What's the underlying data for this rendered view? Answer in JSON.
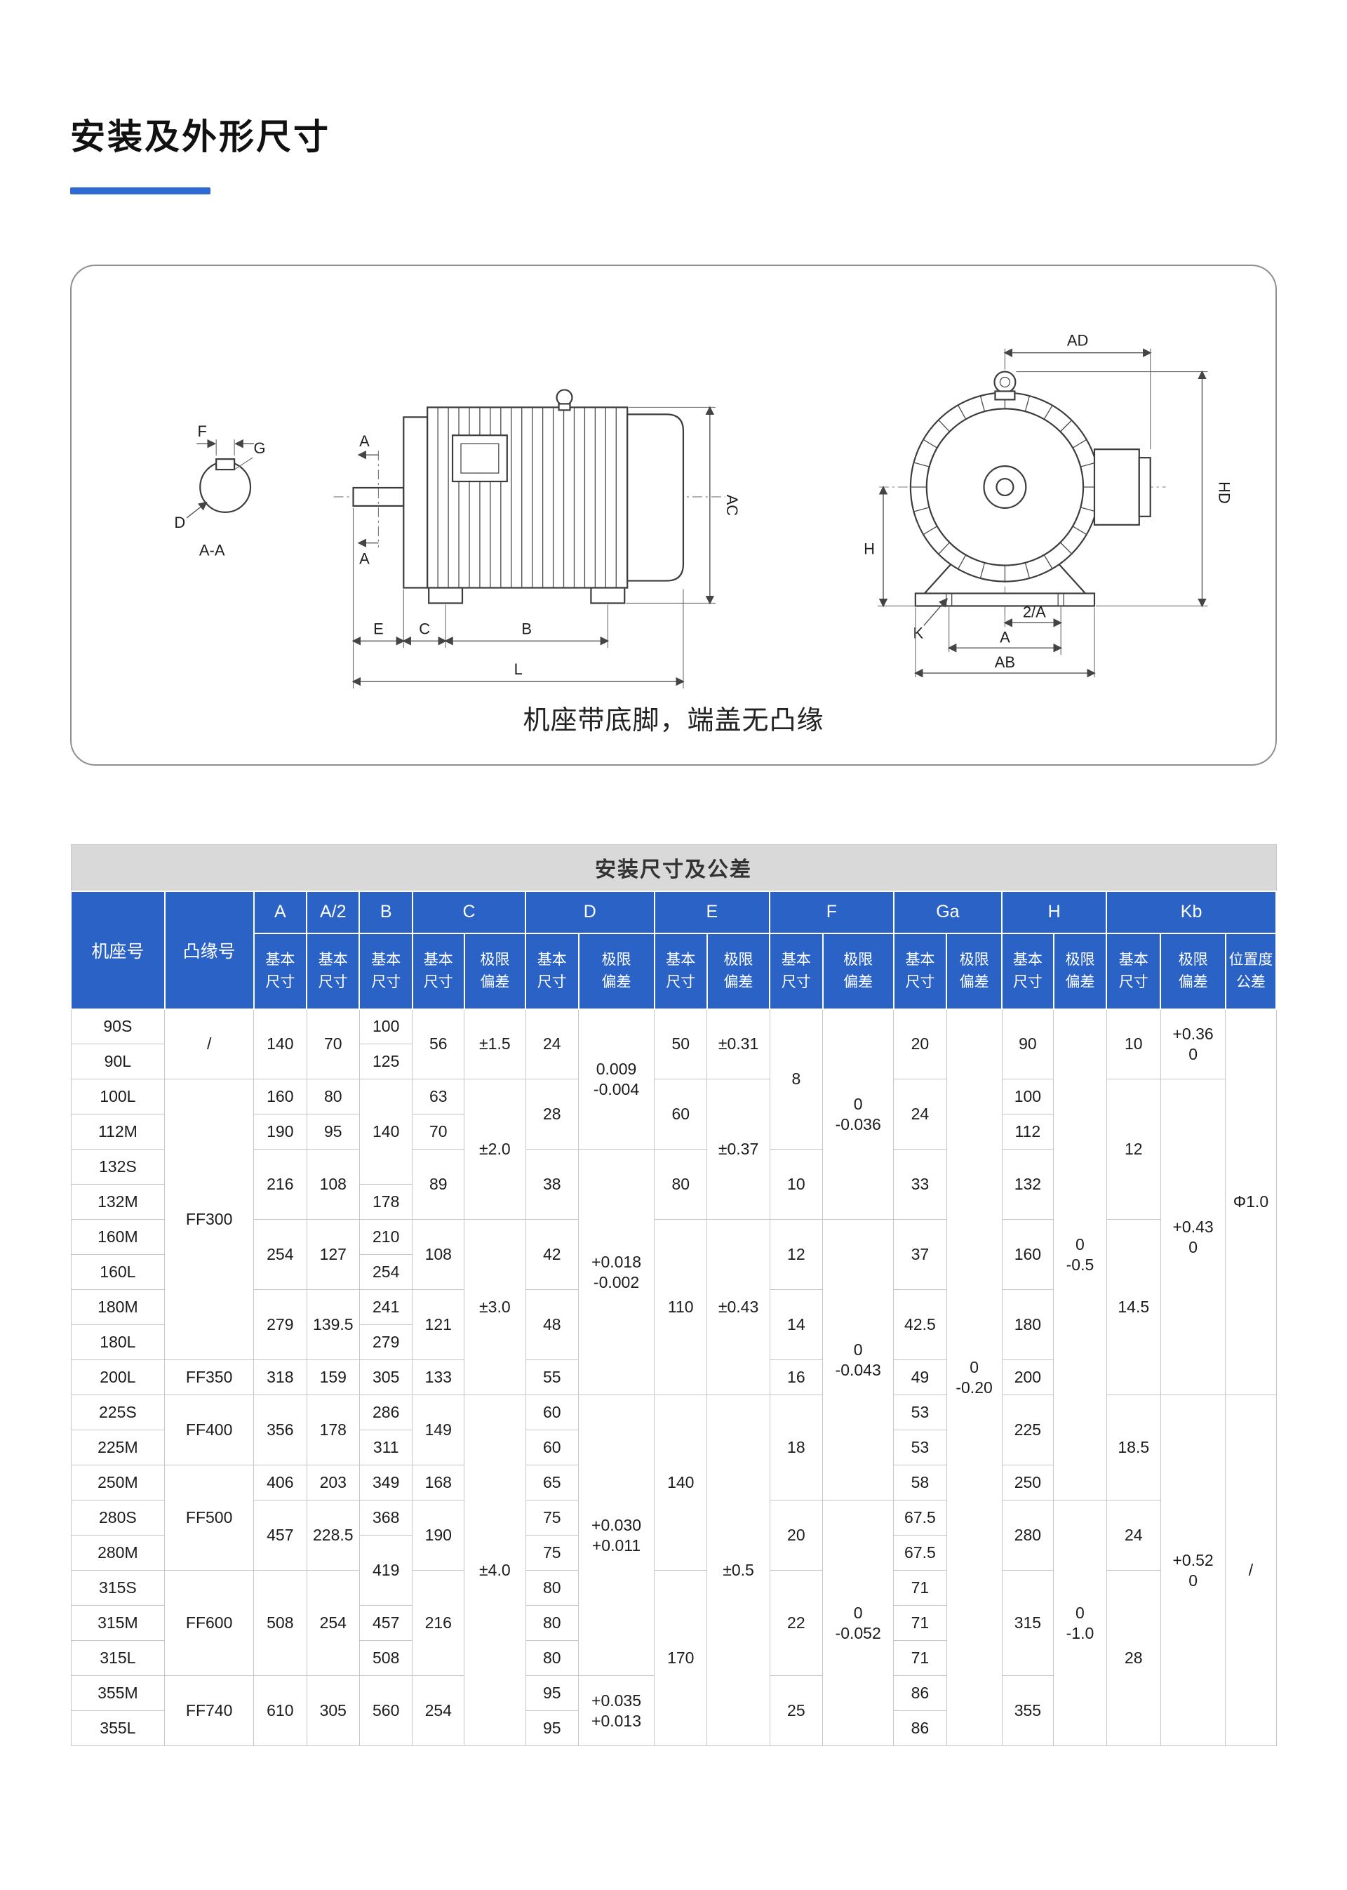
{
  "colors": {
    "accent": "#2e6ad1",
    "table_header_bg": "#2a62c6",
    "table_title_bg": "#d9d9d9"
  },
  "page": {
    "title": "安装及外形尺寸"
  },
  "diagram": {
    "caption": "机座带底脚，端盖无凸缘",
    "labels": {
      "section_title": "A-A",
      "f": "F",
      "g": "G",
      "d": "D",
      "a_top": "A",
      "a_bottom": "A",
      "ac": "AC",
      "e": "E",
      "c": "C",
      "b": "B",
      "l": "L",
      "ad": "AD",
      "hd": "HD",
      "h": "H",
      "k": "K",
      "two_a": "2/A",
      "a": "A",
      "ab": "AB"
    }
  },
  "table": {
    "title": "安装尺寸及公差",
    "header": {
      "frame_col": "机座号",
      "flange_col": "凸缘号",
      "groups": [
        {
          "label": "A",
          "subs": [
            "基本\n尺寸"
          ]
        },
        {
          "label": "A/2",
          "subs": [
            "基本\n尺寸"
          ]
        },
        {
          "label": "B",
          "subs": [
            "基本\n尺寸"
          ]
        },
        {
          "label": "C",
          "subs": [
            "基本\n尺寸",
            "极限\n偏差"
          ]
        },
        {
          "label": "D",
          "subs": [
            "基本\n尺寸",
            "极限\n偏差"
          ]
        },
        {
          "label": "E",
          "subs": [
            "基本\n尺寸",
            "极限\n偏差"
          ]
        },
        {
          "label": "F",
          "subs": [
            "基本\n尺寸",
            "极限\n偏差"
          ]
        },
        {
          "label": "Ga",
          "subs": [
            "基本\n尺寸",
            "极限\n偏差"
          ]
        },
        {
          "label": "H",
          "subs": [
            "基本\n尺寸",
            "极限\n偏差"
          ]
        },
        {
          "label": "Kb",
          "subs": [
            "基本\n尺寸",
            "极限\n偏差",
            "位置度\n公差"
          ]
        }
      ]
    },
    "frames": [
      "90S",
      "90L",
      "100L",
      "112M",
      "132S",
      "132M",
      "160M",
      "160L",
      "180M",
      "180L",
      "200L",
      "225S",
      "225M",
      "250M",
      "280S",
      "280M",
      "315S",
      "315M",
      "315L",
      "355M",
      "355L"
    ],
    "column_order": [
      "flange",
      "A",
      "A2",
      "B",
      "Cb",
      "Cd",
      "Db",
      "Dd",
      "Eb",
      "Ed",
      "Fb",
      "Fd",
      "Gab",
      "Gad",
      "Hb",
      "Hd",
      "Kbb",
      "Kbd",
      "pos"
    ],
    "columns": {
      "flange": [
        {
          "v": "/",
          "s": 2
        },
        {
          "v": "FF300",
          "s": 8
        },
        {
          "v": "FF350",
          "s": 1
        },
        {
          "v": "FF400",
          "s": 2
        },
        {
          "v": "FF500",
          "s": 3
        },
        {
          "v": "FF600",
          "s": 3
        },
        {
          "v": "FF740",
          "s": 2
        }
      ],
      "A": [
        {
          "v": "140",
          "s": 2
        },
        {
          "v": "160",
          "s": 1
        },
        {
          "v": "190",
          "s": 1
        },
        {
          "v": "216",
          "s": 2
        },
        {
          "v": "254",
          "s": 2
        },
        {
          "v": "279",
          "s": 2
        },
        {
          "v": "318",
          "s": 1
        },
        {
          "v": "356",
          "s": 2
        },
        {
          "v": "406",
          "s": 1
        },
        {
          "v": "457",
          "s": 2
        },
        {
          "v": "508",
          "s": 3
        },
        {
          "v": "610",
          "s": 2
        }
      ],
      "A2": [
        {
          "v": "70",
          "s": 2
        },
        {
          "v": "80",
          "s": 1
        },
        {
          "v": "95",
          "s": 1
        },
        {
          "v": "108",
          "s": 2
        },
        {
          "v": "127",
          "s": 2
        },
        {
          "v": "139.5",
          "s": 2
        },
        {
          "v": "159",
          "s": 1
        },
        {
          "v": "178",
          "s": 2
        },
        {
          "v": "203",
          "s": 1
        },
        {
          "v": "228.5",
          "s": 2
        },
        {
          "v": "254",
          "s": 3
        },
        {
          "v": "305",
          "s": 2
        }
      ],
      "B": [
        {
          "v": "100",
          "s": 1
        },
        {
          "v": "125",
          "s": 1
        },
        {
          "v": "140",
          "s": 3
        },
        {
          "v": "178",
          "s": 1
        },
        {
          "v": "210",
          "s": 1
        },
        {
          "v": "254",
          "s": 1
        },
        {
          "v": "241",
          "s": 1
        },
        {
          "v": "279",
          "s": 1
        },
        {
          "v": "305",
          "s": 1
        },
        {
          "v": "286",
          "s": 1
        },
        {
          "v": "311",
          "s": 1
        },
        {
          "v": "349",
          "s": 1
        },
        {
          "v": "368",
          "s": 1
        },
        {
          "v": "419",
          "s": 2
        },
        {
          "v": "457",
          "s": 1
        },
        {
          "v": "508",
          "s": 1
        },
        {
          "v": "560",
          "s": 2
        }
      ],
      "Cb": [
        {
          "v": "56",
          "s": 2
        },
        {
          "v": "63",
          "s": 1
        },
        {
          "v": "70",
          "s": 1
        },
        {
          "v": "89",
          "s": 2
        },
        {
          "v": "108",
          "s": 2
        },
        {
          "v": "121",
          "s": 2
        },
        {
          "v": "133",
          "s": 1
        },
        {
          "v": "149",
          "s": 2
        },
        {
          "v": "168",
          "s": 1
        },
        {
          "v": "190",
          "s": 2
        },
        {
          "v": "216",
          "s": 3
        },
        {
          "v": "254",
          "s": 2
        }
      ],
      "Cd": [
        {
          "v": "±1.5",
          "s": 2
        },
        {
          "v": "±2.0",
          "s": 4
        },
        {
          "v": "±3.0",
          "s": 5
        },
        {
          "v": "±4.0",
          "s": 10
        }
      ],
      "Db": [
        {
          "v": "24",
          "s": 2
        },
        {
          "v": "28",
          "s": 2
        },
        {
          "v": "38",
          "s": 2
        },
        {
          "v": "42",
          "s": 2
        },
        {
          "v": "48",
          "s": 2
        },
        {
          "v": "55",
          "s": 1
        },
        {
          "v": "60",
          "s": 1
        },
        {
          "v": "60",
          "s": 1
        },
        {
          "v": "65",
          "s": 1
        },
        {
          "v": "75",
          "s": 1
        },
        {
          "v": "75",
          "s": 1
        },
        {
          "v": "80",
          "s": 1
        },
        {
          "v": "80",
          "s": 1
        },
        {
          "v": "80",
          "s": 1
        },
        {
          "v": "95",
          "s": 1
        },
        {
          "v": "95",
          "s": 1
        }
      ],
      "Dd": [
        {
          "v": "0.009\n-0.004",
          "s": 4
        },
        {
          "v": "+0.018\n-0.002",
          "s": 7
        },
        {
          "v": "+0.030\n+0.011",
          "s": 8
        },
        {
          "v": "+0.035\n+0.013",
          "s": 2
        }
      ],
      "Eb": [
        {
          "v": "50",
          "s": 2
        },
        {
          "v": "60",
          "s": 2
        },
        {
          "v": "80",
          "s": 2
        },
        {
          "v": "110",
          "s": 5
        },
        {
          "v": "140",
          "s": 5
        },
        {
          "v": "170",
          "s": 5
        }
      ],
      "Ed": [
        {
          "v": "±0.31",
          "s": 2
        },
        {
          "v": "±0.37",
          "s": 4
        },
        {
          "v": "±0.43",
          "s": 5
        },
        {
          "v": "±0.5",
          "s": 10
        }
      ],
      "Fb": [
        {
          "v": "8",
          "s": 4
        },
        {
          "v": "10",
          "s": 2
        },
        {
          "v": "12",
          "s": 2
        },
        {
          "v": "14",
          "s": 2
        },
        {
          "v": "16",
          "s": 1
        },
        {
          "v": "18",
          "s": 3
        },
        {
          "v": "20",
          "s": 2
        },
        {
          "v": "22",
          "s": 3
        },
        {
          "v": "25",
          "s": 2
        }
      ],
      "Fd": [
        {
          "v": "0\n-0.036",
          "s": 6
        },
        {
          "v": "0\n-0.043",
          "s": 8
        },
        {
          "v": "0\n-0.052",
          "s": 7
        }
      ],
      "Gab": [
        {
          "v": "20",
          "s": 2
        },
        {
          "v": "24",
          "s": 2
        },
        {
          "v": "33",
          "s": 2
        },
        {
          "v": "37",
          "s": 2
        },
        {
          "v": "42.5",
          "s": 2
        },
        {
          "v": "49",
          "s": 1
        },
        {
          "v": "53",
          "s": 1
        },
        {
          "v": "53",
          "s": 1
        },
        {
          "v": "58",
          "s": 1
        },
        {
          "v": "67.5",
          "s": 1
        },
        {
          "v": "67.5",
          "s": 1
        },
        {
          "v": "71",
          "s": 1
        },
        {
          "v": "71",
          "s": 1
        },
        {
          "v": "71",
          "s": 1
        },
        {
          "v": "86",
          "s": 1
        },
        {
          "v": "86",
          "s": 1
        }
      ],
      "Gad": [
        {
          "v": "0\n-0.20",
          "s": 21
        }
      ],
      "Hb": [
        {
          "v": "90",
          "s": 2
        },
        {
          "v": "100",
          "s": 1
        },
        {
          "v": "112",
          "s": 1
        },
        {
          "v": "132",
          "s": 2
        },
        {
          "v": "160",
          "s": 2
        },
        {
          "v": "180",
          "s": 2
        },
        {
          "v": "200",
          "s": 1
        },
        {
          "v": "225",
          "s": 2
        },
        {
          "v": "250",
          "s": 1
        },
        {
          "v": "280",
          "s": 2
        },
        {
          "v": "315",
          "s": 3
        },
        {
          "v": "355",
          "s": 2
        }
      ],
      "Hd": [
        {
          "v": "0\n-0.5",
          "s": 14
        },
        {
          "v": "0\n-1.0",
          "s": 7
        }
      ],
      "Kbb": [
        {
          "v": "10",
          "s": 2
        },
        {
          "v": "12",
          "s": 4
        },
        {
          "v": "14.5",
          "s": 5
        },
        {
          "v": "18.5",
          "s": 3
        },
        {
          "v": "24",
          "s": 2
        },
        {
          "v": "28",
          "s": 5
        }
      ],
      "Kbd": [
        {
          "v": "+0.36\n0",
          "s": 2
        },
        {
          "v": "+0.43\n0",
          "s": 9
        },
        {
          "v": "+0.52\n0",
          "s": 10
        }
      ],
      "pos": [
        {
          "v": "Φ1.0",
          "s": 11
        },
        {
          "v": "/",
          "s": 10
        }
      ]
    }
  }
}
